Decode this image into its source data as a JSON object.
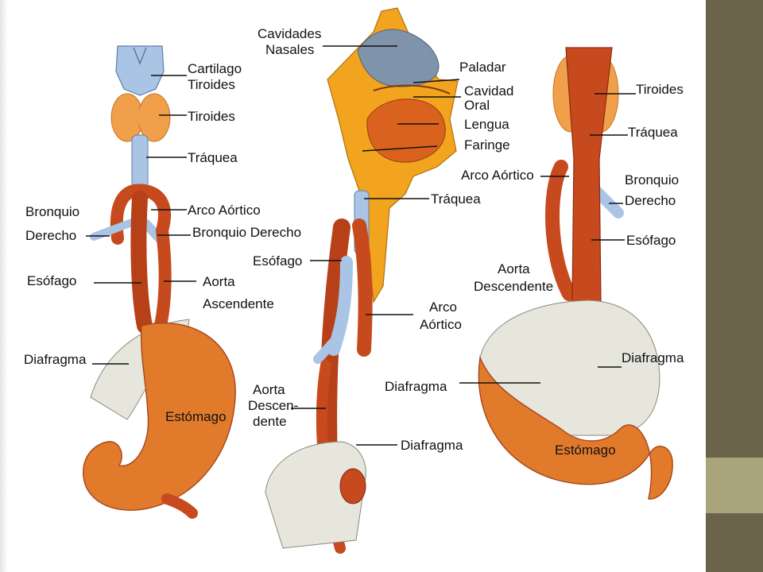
{
  "colors": {
    "background": "#ffffff",
    "side_band": "#6a6249",
    "side_block": "#a9a47c",
    "organ": "#c64a1e",
    "organ_dark": "#8e2a10",
    "stomach": "#e27a2c",
    "thyroid": "#f0a04a",
    "trachea": "#a9c4e4",
    "diaphragm": "#e6e6dc",
    "skull": "#f2a41e",
    "nasal": "#7f93aa"
  },
  "left_figure": {
    "labels": [
      {
        "lines": [
          "Cartilago",
          "Tiroides"
        ]
      },
      {
        "lines": [
          "Tiroides"
        ]
      },
      {
        "lines": [
          "Tráquea"
        ]
      },
      {
        "lines": [
          "Bronquio",
          "Derecho"
        ]
      },
      {
        "lines": [
          "Arco Aórtico"
        ]
      },
      {
        "lines": [
          "Bronquio Derecho"
        ]
      },
      {
        "lines": [
          "Esófago"
        ]
      },
      {
        "lines": [
          "Aorta",
          "Ascendente"
        ]
      },
      {
        "lines": [
          "Diafragma"
        ]
      },
      {
        "lines": [
          "Estómago"
        ]
      }
    ]
  },
  "center_figure": {
    "labels": [
      {
        "lines": [
          "Cavidades",
          "Nasales"
        ]
      },
      {
        "lines": [
          "Paladar"
        ]
      },
      {
        "lines": [
          "Cavidad",
          "Oral"
        ]
      },
      {
        "lines": [
          "Lengua"
        ]
      },
      {
        "lines": [
          "Faringe"
        ]
      },
      {
        "lines": [
          "Tráquea"
        ]
      },
      {
        "lines": [
          "Esófago"
        ]
      },
      {
        "lines": [
          "Arco",
          "Aórtico"
        ]
      },
      {
        "lines": [
          "Diafragma"
        ]
      },
      {
        "lines": [
          "Aorta",
          "Descen-",
          "dente"
        ]
      },
      {
        "lines": [
          "Diafragma"
        ]
      }
    ]
  },
  "right_figure": {
    "labels": [
      {
        "lines": [
          "Tiroides"
        ]
      },
      {
        "lines": [
          "Tráquea"
        ]
      },
      {
        "lines": [
          "Arco Aórtico"
        ]
      },
      {
        "lines": [
          "Bronquio",
          "Derecho"
        ]
      },
      {
        "lines": [
          "Esófago"
        ]
      },
      {
        "lines": [
          "Aorta",
          "Descendente"
        ]
      },
      {
        "lines": [
          "Diafragma"
        ]
      },
      {
        "lines": [
          "Estómago"
        ]
      }
    ]
  }
}
